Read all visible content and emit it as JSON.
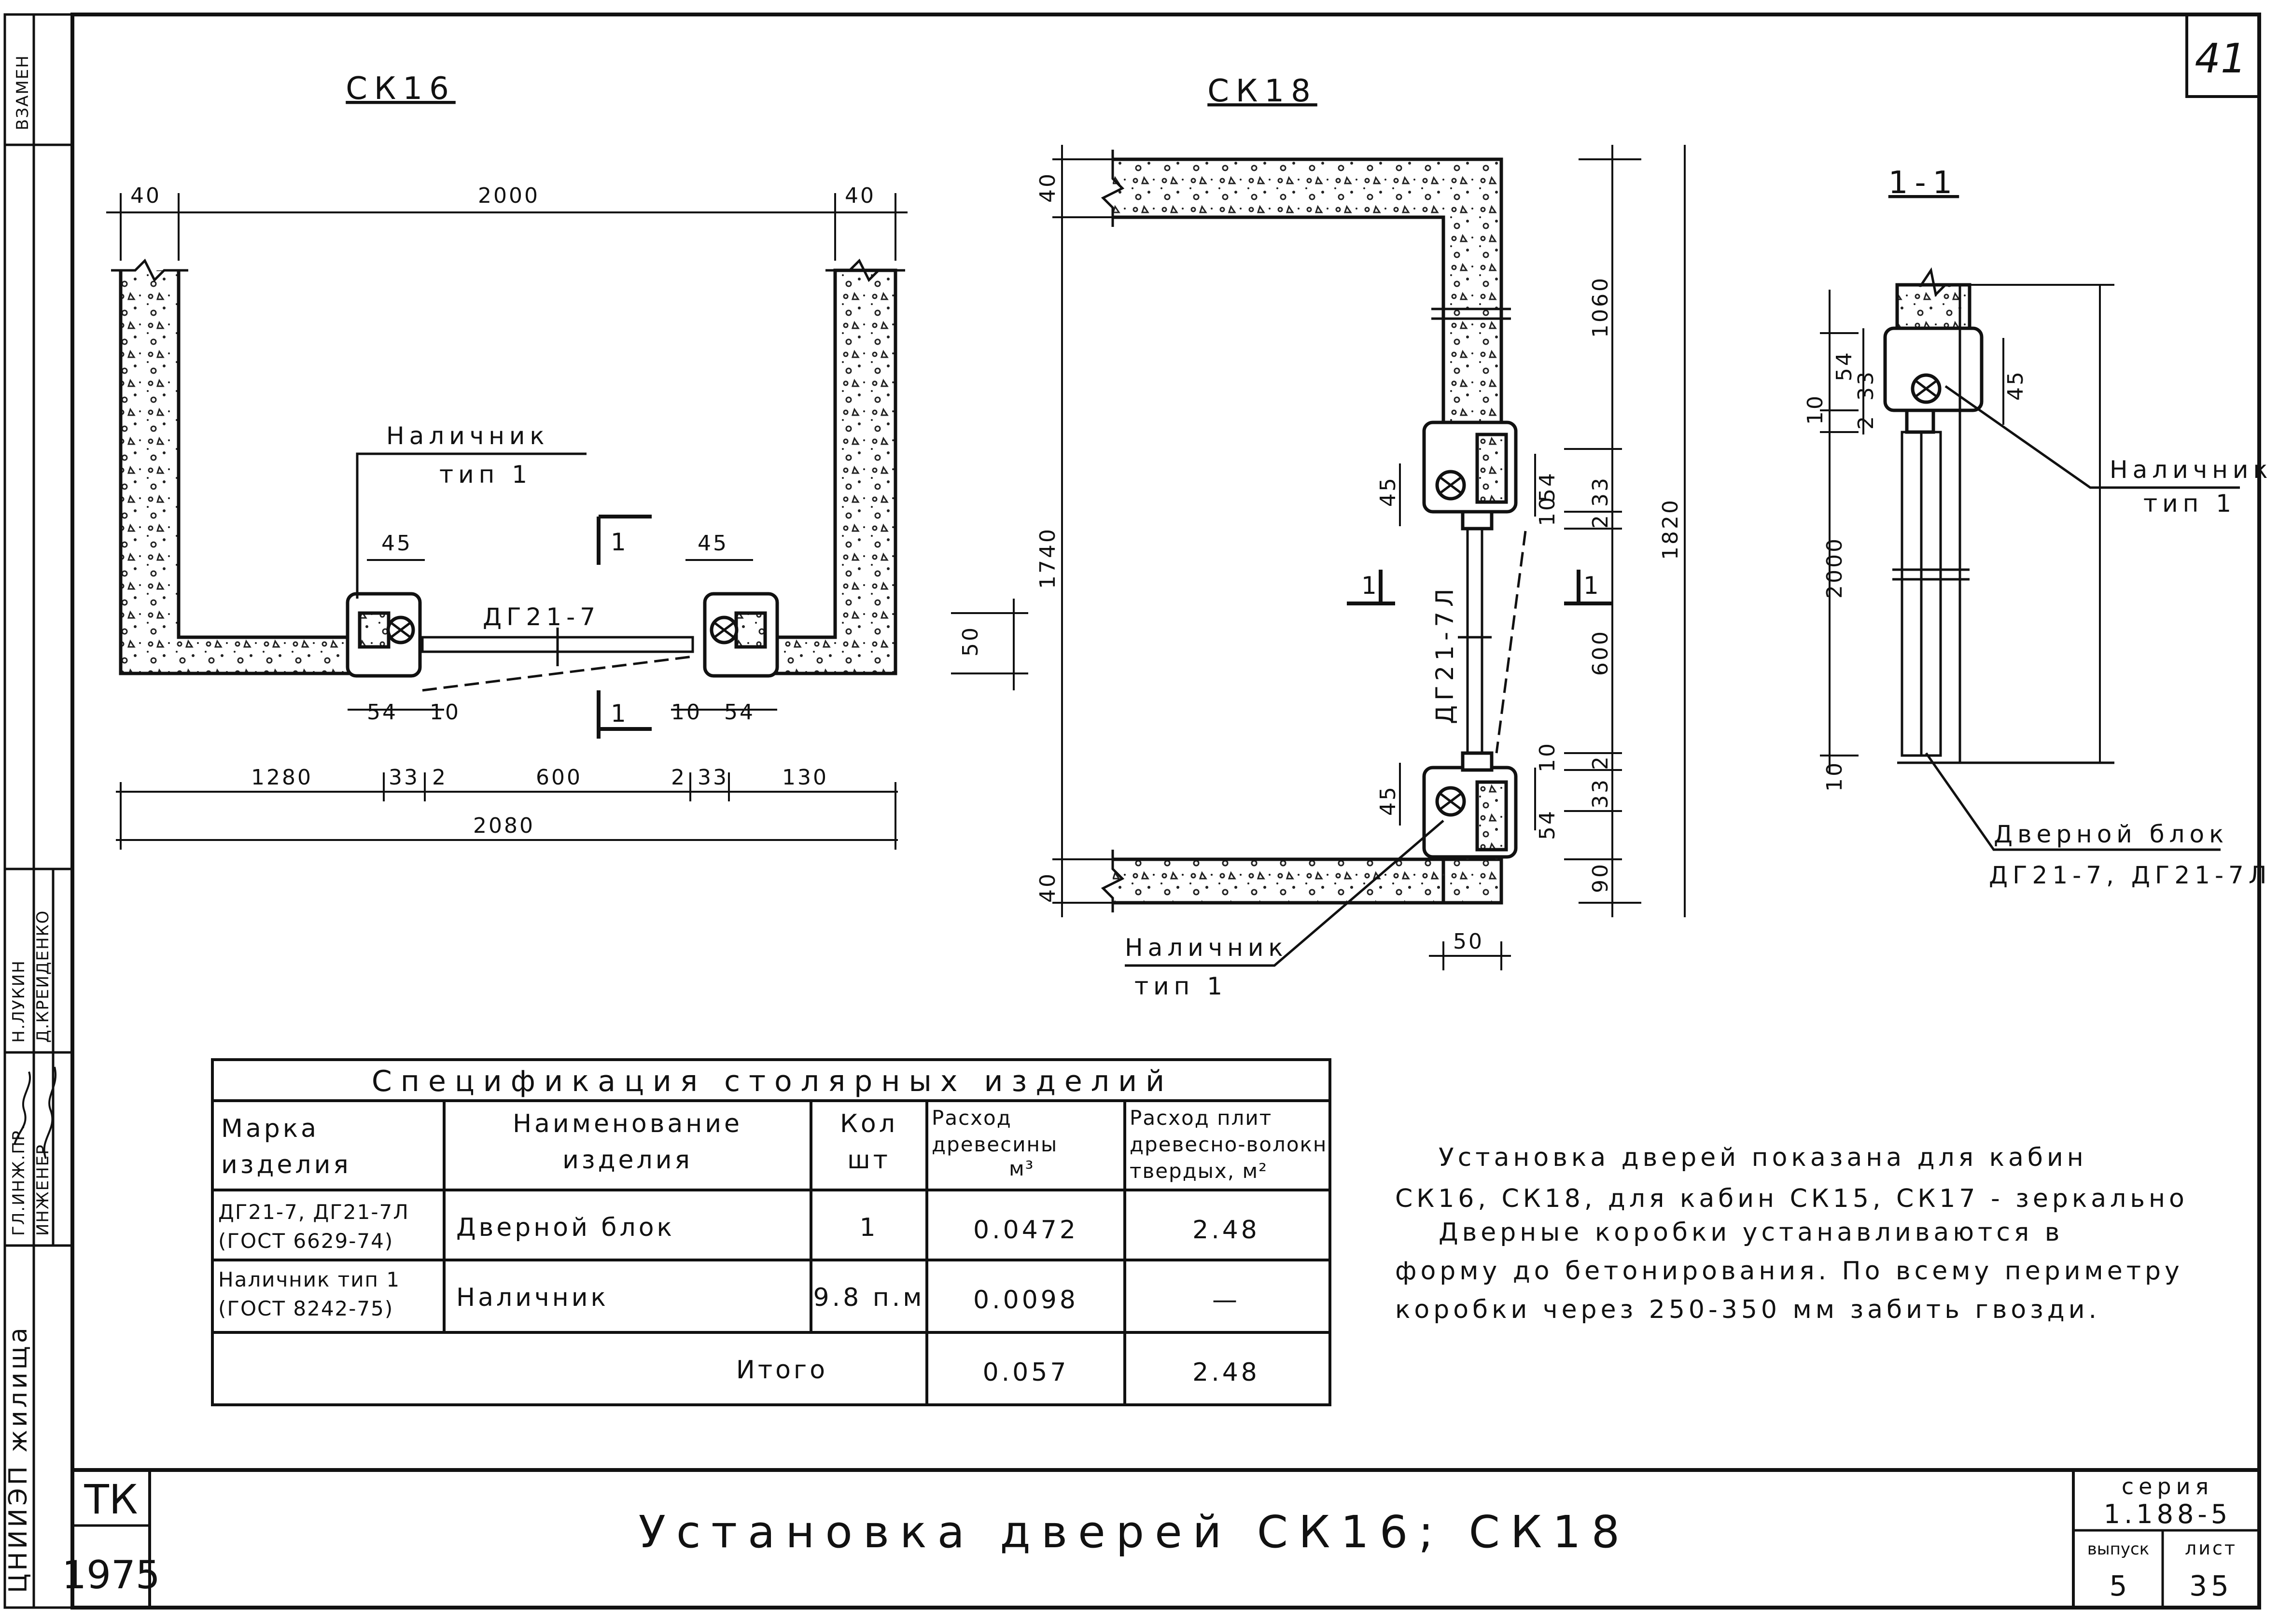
{
  "sheet_number": "41",
  "side_strip": {
    "vzamen": "ВЗАМЕН",
    "institute": "ЦНИИЭП жилища",
    "role_1": "ГЛ.ИНЖ.ПР.",
    "role_2": "ИНЖЕНЕР",
    "name_1": "Н.ЛУКИН",
    "name_2": "Д.КРЕЙДЕНКО"
  },
  "drawings": {
    "ck16": {
      "title": "СК16",
      "dims": {
        "d40_left": "40",
        "d2000": "2000",
        "d40_right": "40",
        "d45_left": "45",
        "d45_right": "45",
        "d54_left": "54",
        "d10_left": "10",
        "d10_right": "10",
        "d54_right": "54",
        "d1280": "1280",
        "d33_left": "33",
        "d2_left": "2",
        "d600": "600",
        "d2_right": "2",
        "d33_right": "33",
        "d130": "130",
        "d2080": "2080",
        "d50": "50"
      },
      "door_label": "ДГ21-7",
      "section_mark": "1",
      "trim_label_1": "Наличник",
      "trim_label_2": "тип 1"
    },
    "ck18": {
      "title": "СК18",
      "dims": {
        "d40_top": "40",
        "d1740": "1740",
        "d40_bottom": "40",
        "d45_top": "45",
        "d54_top": "54",
        "d45_bottom": "45",
        "d54_bottom": "54",
        "d10_top": "10",
        "d10_bottom": "10",
        "d1060": "1060",
        "d33_top": "33",
        "d2_top": "2",
        "d600": "600",
        "d2_bottom": "2",
        "d33_bottom": "33",
        "d90": "90",
        "d1820": "1820",
        "d50": "50"
      },
      "door_label": "ДГ21-7Л",
      "section_mark": "1",
      "trim_label_1": "Наличник",
      "trim_label_2": "тип 1"
    },
    "section": {
      "title": "1-1",
      "dims": {
        "d10_top": "10",
        "d54": "54",
        "d33": "33",
        "d2": "2",
        "d45": "45",
        "d2000": "2000",
        "d10_bottom": "10"
      },
      "trim_label_1": "Наличник",
      "trim_label_2": "тип 1",
      "block_label_1": "Дверной блок",
      "block_label_2": "ДГ21-7, ДГ21-7Л"
    }
  },
  "spec_table": {
    "title": "Спецификация столярных изделий",
    "headers": {
      "mark": [
        "Марка",
        "изделия"
      ],
      "name": [
        "Наименование",
        "изделия"
      ],
      "qty": [
        "Кол",
        "шт"
      ],
      "wood": [
        "Расход",
        "древесины",
        "м³"
      ],
      "fiber": [
        "Расход плит",
        "древесно-волокн",
        "твердых, м²"
      ]
    },
    "rows": [
      {
        "mark": [
          "ДГ21-7, ДГ21-7Л",
          "(ГОСТ 6629-74)"
        ],
        "name": "Дверной блок",
        "qty": "1",
        "wood": "0.0472",
        "fiber": "2.48"
      },
      {
        "mark": [
          "Наличник тип 1",
          "(ГОСТ 8242-75)"
        ],
        "name": "Наличник",
        "qty": "9.8 п.м",
        "wood": "0.0098",
        "fiber": "—"
      }
    ],
    "total": {
      "label": "Итого",
      "wood": "0.057",
      "fiber": "2.48"
    }
  },
  "notes": [
    "Установка дверей показана для кабин",
    "СК16, СК18, для кабин СК15, СК17 - зеркально",
    "Дверные коробки устанавливаются в",
    "форму до бетонирования. По всему периметру",
    "коробки через 250-350 мм забить гвозди."
  ],
  "title_block": {
    "tk": "ТК",
    "year": "1975",
    "title": "Установка дверей СК16; СК18",
    "series_label": "серия",
    "series": "1.188-5",
    "issue_label": "выпуск",
    "issue": "5",
    "sheet_label": "лист",
    "sheet": "35"
  }
}
